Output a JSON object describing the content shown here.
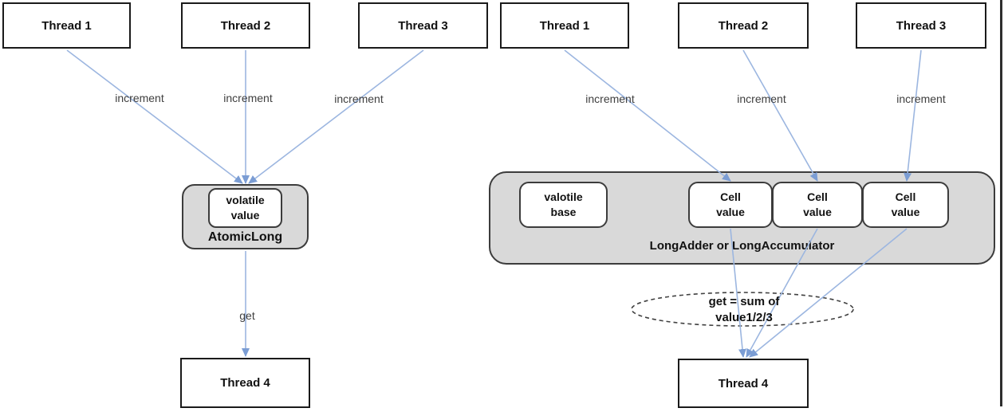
{
  "left_section": {
    "threads": [
      "Thread 1",
      "Thread 2",
      "Thread 3"
    ],
    "increment_labels": [
      "increment",
      "increment",
      "increment"
    ],
    "atomic_container": {
      "inner_box": "volatile\nvalue",
      "label": "AtomicLong"
    },
    "get_label": "get",
    "consumer_thread": "Thread 4"
  },
  "right_section": {
    "threads": [
      "Thread 1",
      "Thread 2",
      "Thread 3"
    ],
    "increment_labels": [
      "increment",
      "increment",
      "increment"
    ],
    "adder_container": {
      "base_box": "valotile\nbase",
      "cells": [
        "Cell\nvalue",
        "Cell\nvalue",
        "Cell\nvalue"
      ],
      "label": "LongAdder or LongAccumulator"
    },
    "sum_note": "get = sum of\nvalue1/2/3",
    "consumer_thread": "Thread 4"
  },
  "colors": {
    "connector_line": "#9cb6e0",
    "arrowhead_fill": "#7b9dd4",
    "container_fill": "#d9d9d9",
    "container_border": "#3c3c3c",
    "box_border": "#1a1a1a",
    "flow_label_text": "#3f3f3f",
    "ellipse_dash": "#404040"
  }
}
